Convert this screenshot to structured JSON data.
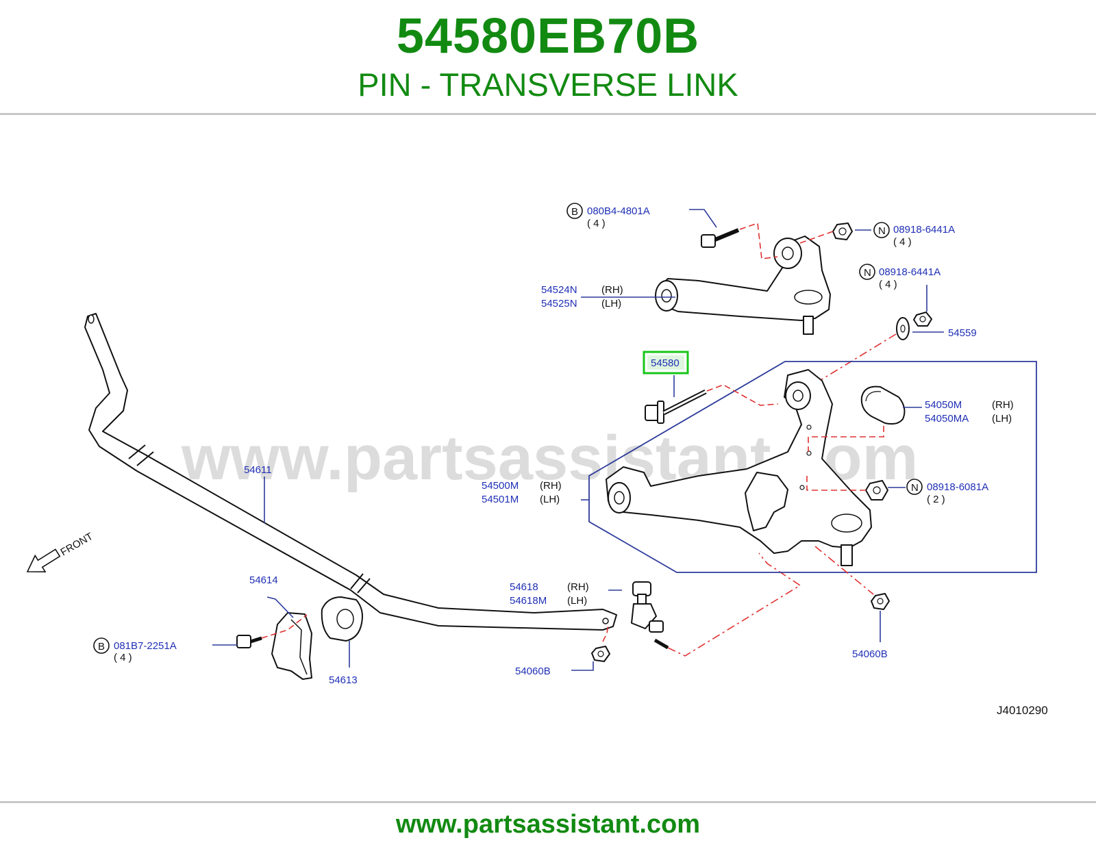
{
  "header": {
    "part_number": "54580EB70B",
    "part_name": "PIN - TRANSVERSE LINK"
  },
  "watermark": "www.partsassistant.com",
  "footer": {
    "url": "www.partsassistant.com"
  },
  "diagram": {
    "code": "J4010290",
    "front_label": "FRONT",
    "highlight_color": "#17c617",
    "labels": {
      "upper_bolt": "080B4-4801A",
      "upper_bolt_qty": "( 4 )",
      "upper_bolt_prefix": "B",
      "upper_nut1": "08918-6441A",
      "upper_nut1_qty": "( 4 )",
      "upper_nut1_prefix": "N",
      "upper_nut2": "08918-6441A",
      "upper_nut2_qty": "( 4 )",
      "upper_nut2_prefix": "N",
      "upper_arm_rh": "54524N",
      "upper_arm_lh": "54525N",
      "washer": "54559",
      "pin": "54580",
      "cover_rh": "54050M",
      "cover_lh": "54050MA",
      "lower_nut": "08918-6081A",
      "lower_nut_qty": "( 2 )",
      "lower_nut_prefix": "N",
      "lower_arm_rh": "54500M",
      "lower_arm_lh": "54501M",
      "stabilizer": "54611",
      "bracket": "54614",
      "bushing": "54613",
      "link_rh": "54618",
      "link_lh": "54618M",
      "bracket_bolt": "081B7-2251A",
      "bracket_bolt_qty": "( 4 )",
      "bracket_bolt_prefix": "B",
      "link_nut_left": "54060B",
      "link_nut_right": "54060B",
      "rh": "(RH)",
      "lh": "(LH)"
    }
  }
}
